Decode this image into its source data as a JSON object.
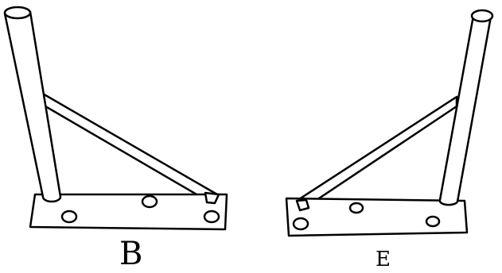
{
  "figures": [
    {
      "id": "bracket-b",
      "label": "B"
    },
    {
      "id": "bracket-e",
      "label": "E"
    }
  ],
  "colors": {
    "stroke": "#000000",
    "fill": "#ffffff"
  }
}
